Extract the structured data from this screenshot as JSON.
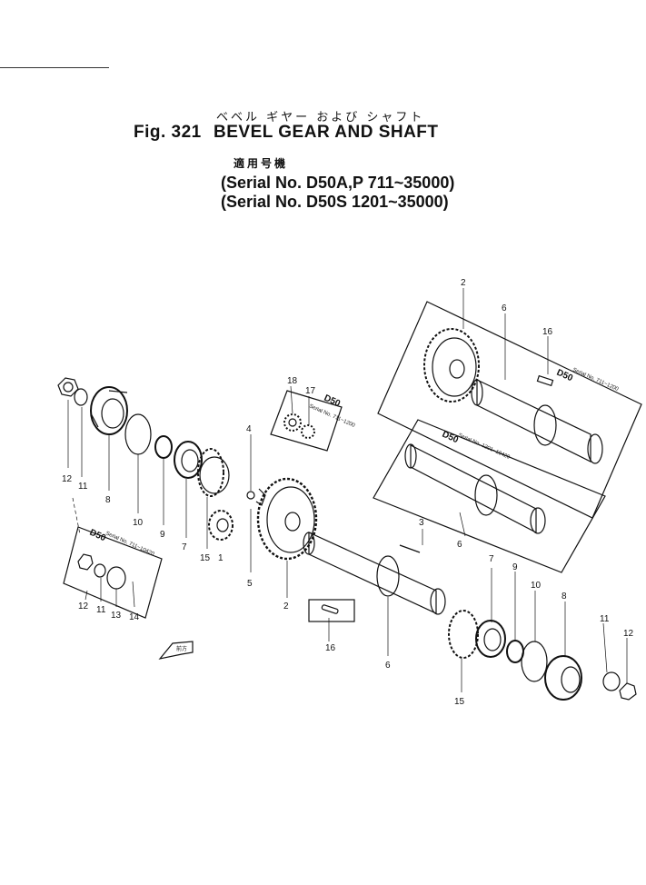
{
  "header": {
    "title_jp": "ベベル ギヤー および シャフト",
    "fig_label": "Fig. 321",
    "title": "BEVEL GEAR AND SHAFT",
    "applic_jp": "適用号機",
    "serial_1": "Serial No. D50A,P 711~35000",
    "serial_2": "(Serial No. D50S  1201~35000)"
  },
  "callouts": {
    "p1": "1",
    "p2": "2",
    "p2b": "2",
    "p3": "3",
    "p4": "4",
    "p5": "5",
    "p6": "6",
    "p6b": "6",
    "p6c": "6",
    "p7": "7",
    "p7b": "7",
    "p8": "8",
    "p8b": "8",
    "p9": "9",
    "p9b": "9",
    "p10": "10",
    "p10b": "10",
    "p11": "11",
    "p11b": "11",
    "p11c": "11",
    "p12": "12",
    "p12b": "12",
    "p12c": "12",
    "p13": "13",
    "p14": "14",
    "p15": "15",
    "p15b": "15",
    "p16": "16",
    "p16b": "16",
    "p17": "17",
    "p18": "18"
  },
  "variant_notes": {
    "top_right_model": "D50",
    "top_right_serial": "Serial No. 711~1200",
    "mid_right_model": "D50",
    "mid_right_serial": "Serial No. 1201~10420",
    "left_model": "D50",
    "left_serial": "Serial No. 711~10420",
    "small_model": "D50",
    "small_serial": "Serial No. 711~1200"
  },
  "front_arrow": "前方"
}
